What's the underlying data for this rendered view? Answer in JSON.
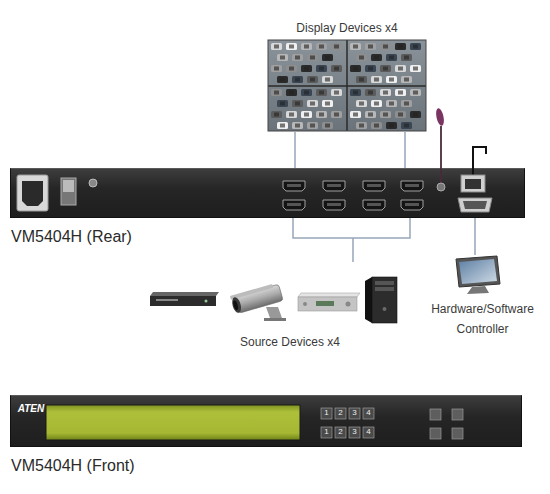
{
  "diagram": {
    "nodes": [
      {
        "text": [
          "Display Devices x4"
        ]
      },
      {
        "text": [
          "VM5404H (Rear)"
        ]
      },
      {
        "text": [
          "Source Devices x4"
        ]
      },
      {
        "text": [
          "Hardware/Software Controller"
        ]
      },
      {
        "text": [
          "VM5404H (Front)"
        ]
      }
    ],
    "edges": [
      {
        "from": 0,
        "to": 1,
        "arrow": "none"
      },
      {
        "from": 2,
        "to": 1,
        "arrow": "none"
      },
      {
        "from": 3,
        "to": 1,
        "arrow": "none"
      }
    ],
    "labels": [
      "ATEN",
      "1",
      "2",
      "3",
      "4",
      "1",
      "2",
      "3",
      "4"
    ]
  }
}
